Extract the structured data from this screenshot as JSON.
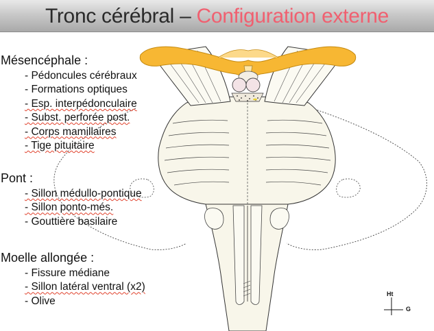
{
  "slide": {
    "title_main": "Tronc cérébral – ",
    "title_accent": "Configuration externe",
    "accent_color": "#f06070",
    "sections": [
      {
        "heading": "Mésencéphale :",
        "items": [
          "- Pédoncules cérébraux",
          "- Formations optiques",
          "- Esp. interpédonculaire",
          "- Subst. perforée post.",
          "- Corps mamillaires",
          "- Tige pituitaire"
        ]
      },
      {
        "heading": "Pont :",
        "items": [
          "- Sillon médullo-pontique",
          "- Sillon ponto-més.",
          "- Gouttière basilaire"
        ]
      },
      {
        "heading": "Moelle allongée :",
        "items": [
          "- Fissure médiane",
          "- Sillon latéral ventral (x2)",
          "- Olive"
        ]
      }
    ],
    "orientation": {
      "up": "Ht",
      "left": "G"
    }
  }
}
